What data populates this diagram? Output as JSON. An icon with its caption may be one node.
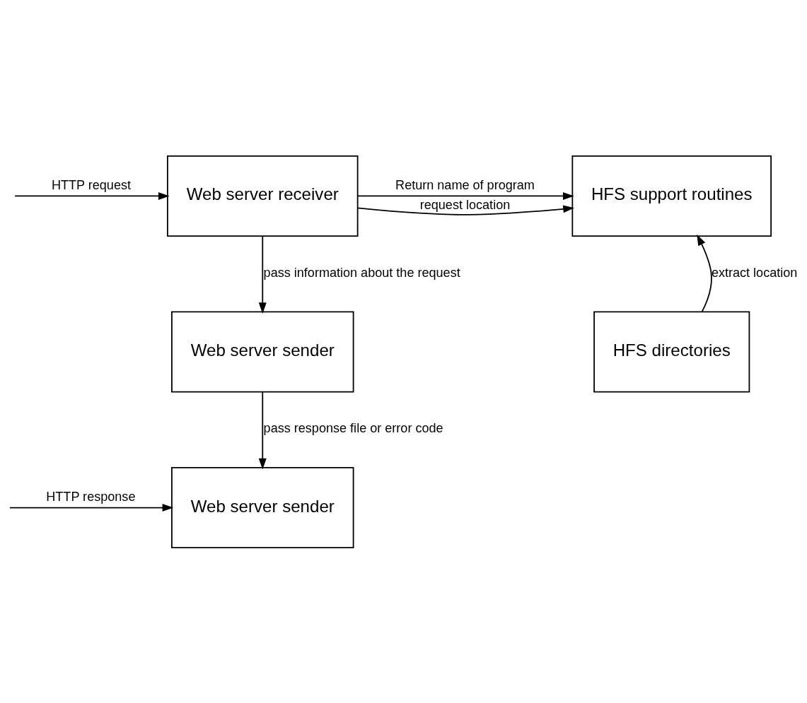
{
  "diagram": {
    "nodes": [
      {
        "text": [
          "Web server receiver"
        ]
      },
      {
        "text": [
          "HFS support routines"
        ]
      },
      {
        "text": [
          "Web server sender"
        ]
      },
      {
        "text": [
          "HFS directories"
        ]
      },
      {
        "text": [
          "Web server sender"
        ]
      }
    ],
    "edges": [
      {
        "from": null,
        "to": 0,
        "arrow": "to",
        "label": "HTTP request"
      },
      {
        "from": 0,
        "to": 1,
        "arrow": "to",
        "label": "request location"
      },
      {
        "from": 0,
        "to": 1,
        "arrow": "to",
        "label": "Return name of program"
      },
      {
        "from": 0,
        "to": 2,
        "arrow": "to",
        "label": "pass information about the request"
      },
      {
        "from": 3,
        "to": 1,
        "arrow": "to",
        "label": "extract location"
      },
      {
        "from": 2,
        "to": 4,
        "arrow": "to",
        "label": "pass response file or error code"
      },
      {
        "from": null,
        "to": 4,
        "arrow": "to",
        "label": "HTTP response"
      }
    ]
  }
}
